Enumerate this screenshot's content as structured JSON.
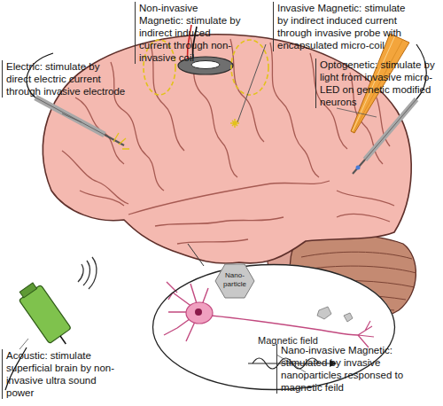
{
  "diagram": {
    "nodes": [
      {
        "text": [
          "Magnetic field"
        ]
      },
      {
        "text": [
          "Nano-particle"
        ],
        "in": 0
      }
    ],
    "labels": [
      "Non-invasive Magnetic: stimulate by indirect induced current through non-invasive coil",
      "Invasive Magnetic: stimulate by indirect induced current through invasive probe with encapsulated micro-coil",
      "Electric: stimulate by direct electric current through invasive electrode",
      "Optogenetic: stimulate by light from invasive micro-LED on genetic modified neurons",
      "Acoustic: stimulate superficial brain by non-invasive ultra sound power",
      "Nano-invasive Magnetic: stimulated by invasive nanoparticles responsed to magnetic feild"
    ]
  }
}
